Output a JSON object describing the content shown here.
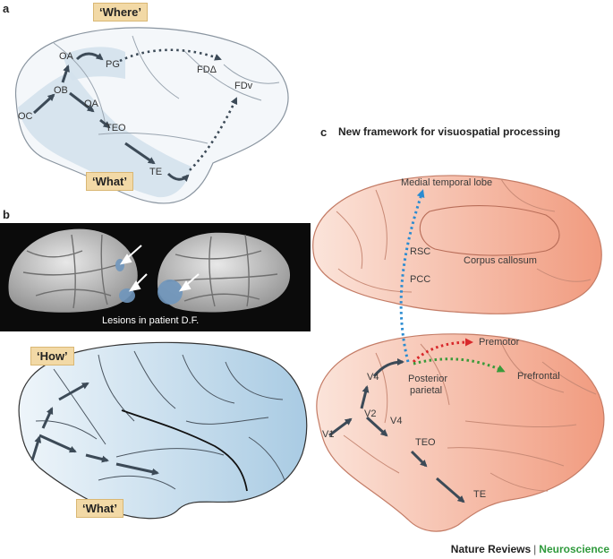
{
  "panels": {
    "a": {
      "letter": "a",
      "where_tag": "‘Where’",
      "what_tag": "‘What’",
      "labels": {
        "oc": "OC",
        "ob": "OB",
        "oa_top": "OA",
        "oa_low": "OA",
        "pg": "PG",
        "teo": "TEO",
        "te": "TE",
        "fd_delta": "FDΔ",
        "fdv": "FDv"
      }
    },
    "b": {
      "letter": "b",
      "lesion_caption": "Lesions in patient D.F.",
      "how_tag": "‘How’",
      "what_tag": "‘What’"
    },
    "c": {
      "letter": "c",
      "title": "New framework for visuospatial processing",
      "labels": {
        "mtl": "Medial temporal lobe",
        "rsc": "RSC",
        "pcc": "PCC",
        "corpus": "Corpus callosum",
        "premotor": "Premotor",
        "prefrontal": "Prefrontal",
        "posterior": "Posterior",
        "parietal": "parietal",
        "v4_top": "V4",
        "v2": "V2",
        "v1": "V1",
        "v4_low": "V4",
        "teo": "TEO",
        "te": "TE"
      }
    }
  },
  "footer": {
    "journal": "Nature Reviews",
    "separator": "|",
    "section": "Neuroscience"
  },
  "colors": {
    "tag_fill": "#f2d9a6",
    "arrow_dark": "#3c4a57",
    "dotted_blue": "#2a8bd1",
    "dotted_red": "#d8282b",
    "dotted_green": "#3a9a3a",
    "neuroscience_green": "#2f9a3c",
    "brain_pink": "#f4b9a3",
    "brain_blue": "#b7d3e6"
  }
}
